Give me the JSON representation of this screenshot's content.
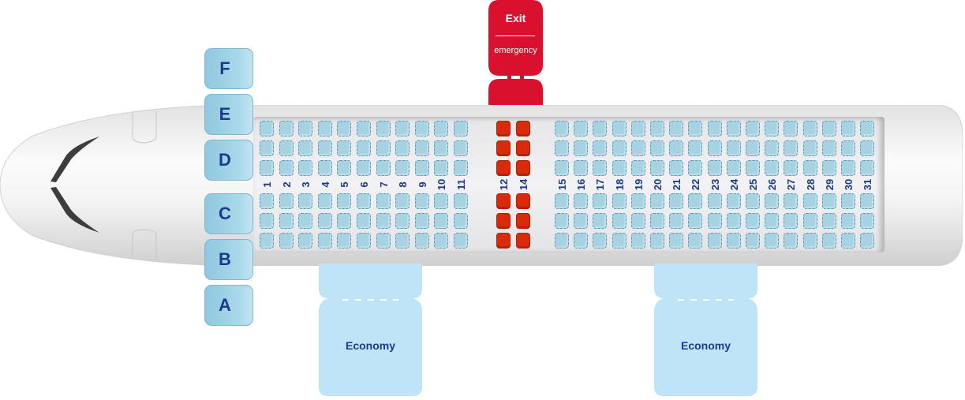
{
  "seatmap": {
    "row_letters": [
      "F",
      "E",
      "D",
      "C",
      "B",
      "A"
    ],
    "exit": {
      "title": "Exit",
      "subtitle": "emergency",
      "color": "#d9102e"
    },
    "rows": [
      {
        "number": "1",
        "type": "economy"
      },
      {
        "number": "2",
        "type": "economy"
      },
      {
        "number": "3",
        "type": "economy"
      },
      {
        "number": "4",
        "type": "economy"
      },
      {
        "number": "5",
        "type": "economy"
      },
      {
        "number": "6",
        "type": "economy"
      },
      {
        "number": "7",
        "type": "economy"
      },
      {
        "number": "8",
        "type": "economy"
      },
      {
        "number": "9",
        "type": "economy"
      },
      {
        "number": "10",
        "type": "economy"
      },
      {
        "number": "11",
        "type": "economy"
      },
      {
        "number": "12",
        "type": "exit"
      },
      {
        "number": "14",
        "type": "exit"
      },
      {
        "number": "15",
        "type": "economy"
      },
      {
        "number": "16",
        "type": "economy"
      },
      {
        "number": "17",
        "type": "economy"
      },
      {
        "number": "18",
        "type": "economy"
      },
      {
        "number": "19",
        "type": "economy"
      },
      {
        "number": "20",
        "type": "economy"
      },
      {
        "number": "21",
        "type": "economy"
      },
      {
        "number": "22",
        "type": "economy"
      },
      {
        "number": "23",
        "type": "economy"
      },
      {
        "number": "24",
        "type": "economy"
      },
      {
        "number": "25",
        "type": "economy"
      },
      {
        "number": "26",
        "type": "economy"
      },
      {
        "number": "27",
        "type": "economy"
      },
      {
        "number": "28",
        "type": "economy"
      },
      {
        "number": "29",
        "type": "economy"
      },
      {
        "number": "30",
        "type": "economy"
      },
      {
        "number": "31",
        "type": "economy"
      }
    ],
    "seat_colors": {
      "economy": "#a7d2e2",
      "exit": "#d92a0a"
    },
    "legend": [
      {
        "label": "Economy",
        "color": "#bfe3f7"
      },
      {
        "label": "Economy",
        "color": "#bfe3f7"
      }
    ]
  }
}
